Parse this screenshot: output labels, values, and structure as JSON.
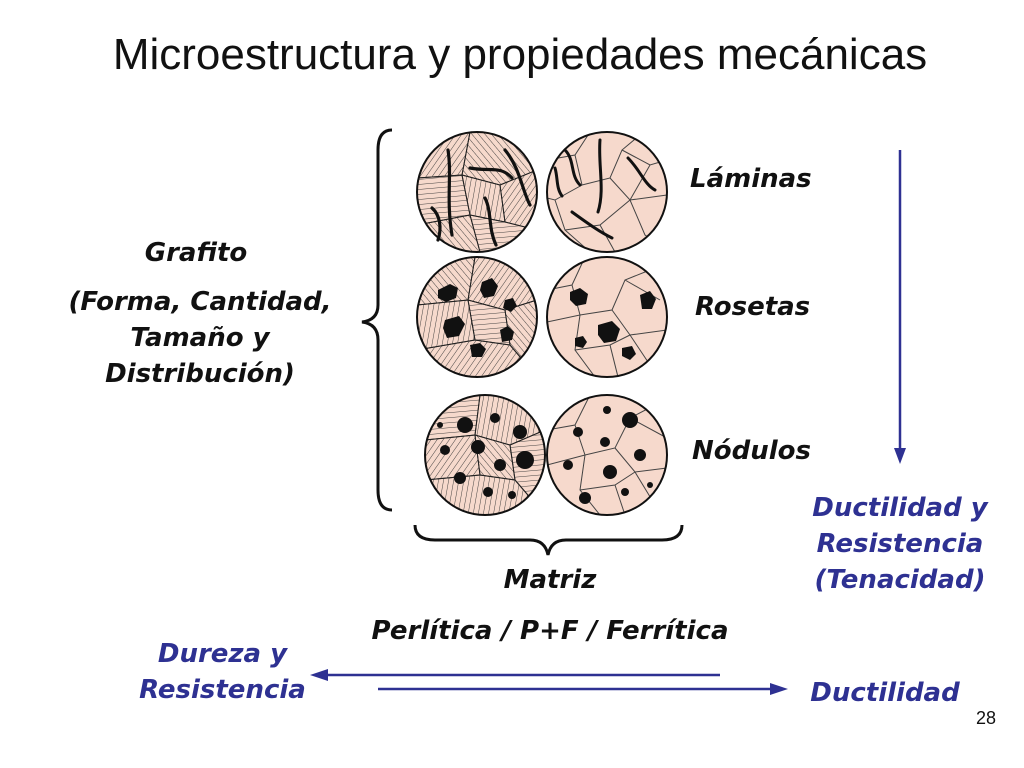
{
  "title": "Microestructura y propiedades mecánicas",
  "graphite": {
    "heading": "Grafito",
    "details": [
      "(Forma, Cantidad,",
      "Tamaño y",
      "Distribución)"
    ]
  },
  "shapes": {
    "laminas": "Láminas",
    "rosetas": "Rosetas",
    "nodulos": "Nódulos"
  },
  "matrix": {
    "heading": "Matriz",
    "types": "Perlítica / P+F / Ferrítica"
  },
  "right_property": [
    "Ductilidad y",
    "Resistencia",
    "(Tenacidad)"
  ],
  "left_property": [
    "Dureza y",
    "Resistencia"
  ],
  "bottom_right_property": "Ductilidad",
  "page_number": "28",
  "colors": {
    "grain_fill": "#f6d9cc",
    "arrow_blue": "#2e3192",
    "text_blue": "#2e3192",
    "graphite": "#111111"
  }
}
